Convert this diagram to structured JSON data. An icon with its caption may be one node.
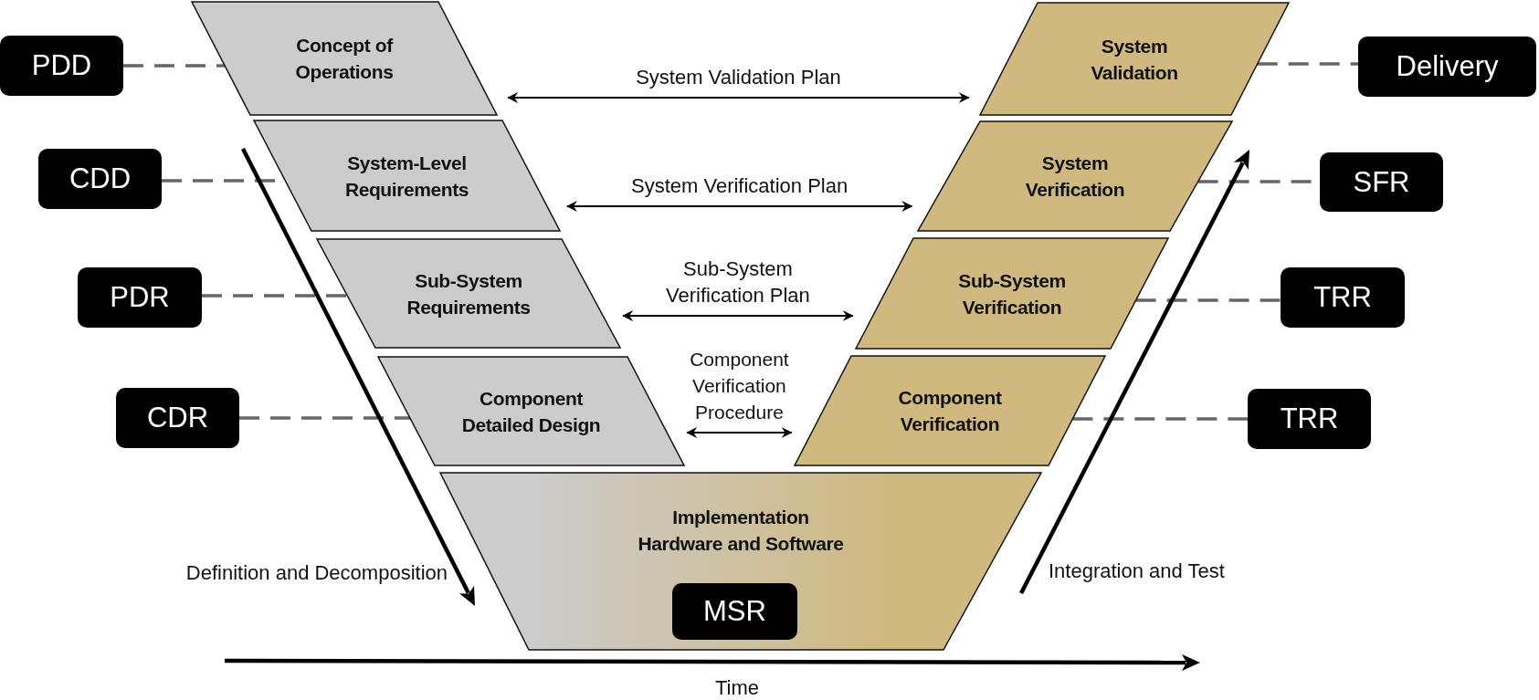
{
  "diagram": {
    "nodes": [
      {
        "text": [
          "Concept of Operations"
        ]
      },
      {
        "text": [
          "System-Level Requirements"
        ]
      },
      {
        "text": [
          "Sub-System Requirements"
        ]
      },
      {
        "text": [
          "Component Detailed Design"
        ]
      },
      {
        "text": [
          "Implementation Hardware and Software"
        ]
      },
      {
        "text": [
          "MSR"
        ],
        "in": 4
      },
      {
        "text": [
          "System Validation"
        ]
      },
      {
        "text": [
          "System Verification"
        ]
      },
      {
        "text": [
          "Sub-System Verification"
        ]
      },
      {
        "text": [
          "Component Verification"
        ]
      },
      {
        "text": [
          "PDD"
        ]
      },
      {
        "text": [
          "CDD"
        ]
      },
      {
        "text": [
          "PDR"
        ]
      },
      {
        "text": [
          "CDR"
        ]
      },
      {
        "text": [
          "Delivery"
        ]
      },
      {
        "text": [
          "SFR"
        ]
      },
      {
        "text": [
          "TRR"
        ]
      },
      {
        "text": [
          "TRR"
        ]
      }
    ],
    "edges": [
      {
        "from": 0,
        "to": 6,
        "arrow": "both",
        "label": "System Validation Plan",
        "color": "#000000"
      },
      {
        "from": 1,
        "to": 7,
        "arrow": "both",
        "label": "System Verification Plan",
        "color": "#000000"
      },
      {
        "from": 2,
        "to": 8,
        "arrow": "both",
        "label": "Sub-System Verification Plan",
        "color": "#000000"
      },
      {
        "from": 3,
        "to": 9,
        "arrow": "both",
        "label": "Component Verification Procedure",
        "color": "#000000"
      },
      {
        "from": 10,
        "to": 0,
        "arrow": "none",
        "style": "dashed",
        "color": "#666666"
      },
      {
        "from": 11,
        "to": 1,
        "arrow": "none",
        "style": "dashed",
        "color": "#666666"
      },
      {
        "from": 12,
        "to": 2,
        "arrow": "none",
        "style": "dashed",
        "color": "#666666"
      },
      {
        "from": 13,
        "to": 3,
        "arrow": "none",
        "style": "dashed",
        "color": "#666666"
      },
      {
        "from": 6,
        "to": 14,
        "arrow": "none",
        "style": "dashed",
        "color": "#666666"
      },
      {
        "from": 7,
        "to": 15,
        "arrow": "none",
        "style": "dashed",
        "color": "#666666"
      },
      {
        "from": 8,
        "to": 16,
        "arrow": "none",
        "style": "dashed",
        "color": "#666666"
      },
      {
        "from": 9,
        "to": 17,
        "arrow": "none",
        "style": "dashed",
        "color": "#666666"
      }
    ],
    "labels": [
      "Definition and Decomposition",
      "Integration and Test",
      "Time"
    ]
  }
}
